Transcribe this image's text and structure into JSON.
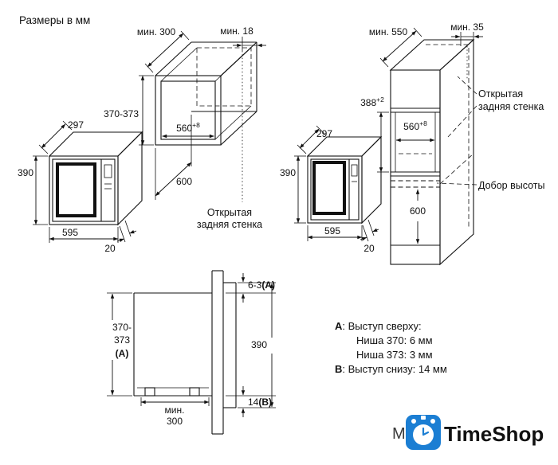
{
  "title": "Размеры в мм",
  "oven_left": {
    "depth": "297",
    "height": "390",
    "width": "595",
    "door_protrusion": "20"
  },
  "niche": {
    "min_top_depth": "мин. 300",
    "min_back_gap": "мин. 18",
    "height": "370-373",
    "width": "560",
    "width_tolerance": "+8",
    "depth": "600",
    "open_back_line1": "Открытая",
    "open_back_line2": "задняя стенка"
  },
  "oven_right": {
    "depth": "297",
    "height": "390",
    "width": "595",
    "door_protrusion": "20"
  },
  "column": {
    "min_top_depth": "мин. 550",
    "min_back_gap": "мин. 35",
    "niche_height": "388",
    "niche_height_tolerance": "+2",
    "width": "560",
    "width_tolerance": "+8",
    "lower_compartment_height": "600",
    "open_back_line1": "Открытая",
    "open_back_line2": "задняя стенка",
    "height_filler": "Добор высоты"
  },
  "front_view": {
    "top_protrusion": "6-3",
    "top_protrusion_ref": "(A)",
    "niche_height_line1": "370-",
    "niche_height_line2": "373",
    "niche_height_ref": "(A)",
    "front_height": "390",
    "bottom_protrusion": "14",
    "bottom_protrusion_ref": "(B)",
    "min_depth_line1": "мин.",
    "min_depth_line2": "300"
  },
  "legend": {
    "a_key": "A",
    "a_title": ": Выступ сверху:",
    "a_item1": "Ниша 370: 6 мм",
    "a_item2": "Ниша 373: 3 мм",
    "b_key": "B",
    "b_title": ": Выступ снизу: 14 мм"
  },
  "watermark": {
    "partial_text": "M",
    "brand": "TimeShop",
    "brand_color": "#1b7ed3"
  }
}
